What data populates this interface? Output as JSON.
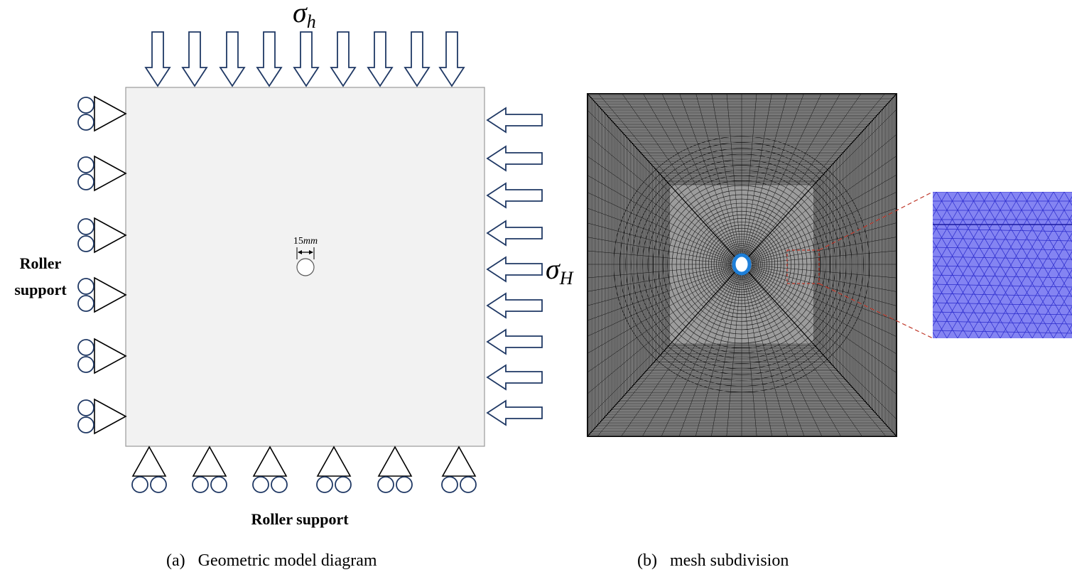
{
  "panel_a": {
    "top_load_label": {
      "symbol": "σ",
      "subscript": "h"
    },
    "right_load_label": {
      "symbol": "σ",
      "subscript": "H"
    },
    "hole_dimension": {
      "number": "15",
      "unit": "mm"
    },
    "left_support_label": {
      "line1": "Roller",
      "line2": "support"
    },
    "bottom_support_label": "Roller support",
    "caption": "(a)  Geometric model diagram",
    "colors": {
      "plate_fill": "#f2f2f2",
      "arrow_stroke": "#1f3864",
      "roller_stroke": "#1f3864"
    }
  },
  "panel_b": {
    "caption": "(b)  mesh subdivision",
    "colors": {
      "mesh_line": "#111111",
      "hole": "#1e7fd8",
      "zoom_fill": "#8080f0",
      "zoom_line": "#2a2acc",
      "callout": "#c0392b"
    }
  }
}
